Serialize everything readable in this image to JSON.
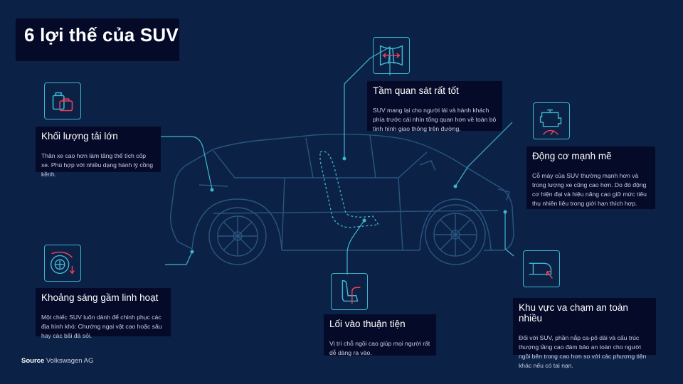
{
  "title": "6 lợi thế của SUV",
  "features": {
    "cargo": {
      "title": "Khối lượng tải lớn",
      "desc": "Thân xe cao hơn làm tăng thể tích cốp xe. Phù hợp với nhiều dạng hành lý cồng kềnh.",
      "icon": "luggage-icon"
    },
    "visibility": {
      "title": "Tầm quan sát rất tốt",
      "desc": "SUV mang lại cho người lái và hành khách phía trước cái nhìn tổng quan hơn về toàn bộ tình hình giao thông trên đường.",
      "icon": "road-view-icon"
    },
    "engine": {
      "title": "Động cơ mạnh mẽ",
      "desc": "Cỗ máy của SUV thường mạnh hơn và trong lượng xe cũng cao hơn. Do đó động cơ hiện đại và hiệu năng cao giữ mức tiêu thụ nhiên liệu trong giới hạn thích hợp.",
      "icon": "engine-icon"
    },
    "clearance": {
      "title": "Khoảng sáng gầm linh hoạt",
      "desc": "Một chiếc SUV luôn dành để chinh phục các địa hình khó: Chướng ngại vật cao hoặc sâu hay các bãi đá sỏi.",
      "icon": "wheel-clearance-icon"
    },
    "access": {
      "title": "Lối vào thuận tiện",
      "desc": "Vị trí chỗ ngồi cao giúp mọi người rất dễ dàng ra vào.",
      "icon": "car-seat-icon"
    },
    "safety": {
      "title": "Khu vực va chạm an toàn nhiều",
      "desc": "Đối với SUV, phần nắp ca-pô dài và cấu trúc thượng tầng cao đảm bảo an toàn cho người ngồi bên trong cao hơn so với các phương tiện khác nếu có tai nạn.",
      "icon": "crash-zone-icon"
    }
  },
  "source": {
    "label": "Source",
    "value": "Volkswagen AG"
  },
  "colors": {
    "background": "#0b2246",
    "card": "#050a28",
    "accent": "#3fb6cf",
    "highlight": "#e8435a"
  }
}
